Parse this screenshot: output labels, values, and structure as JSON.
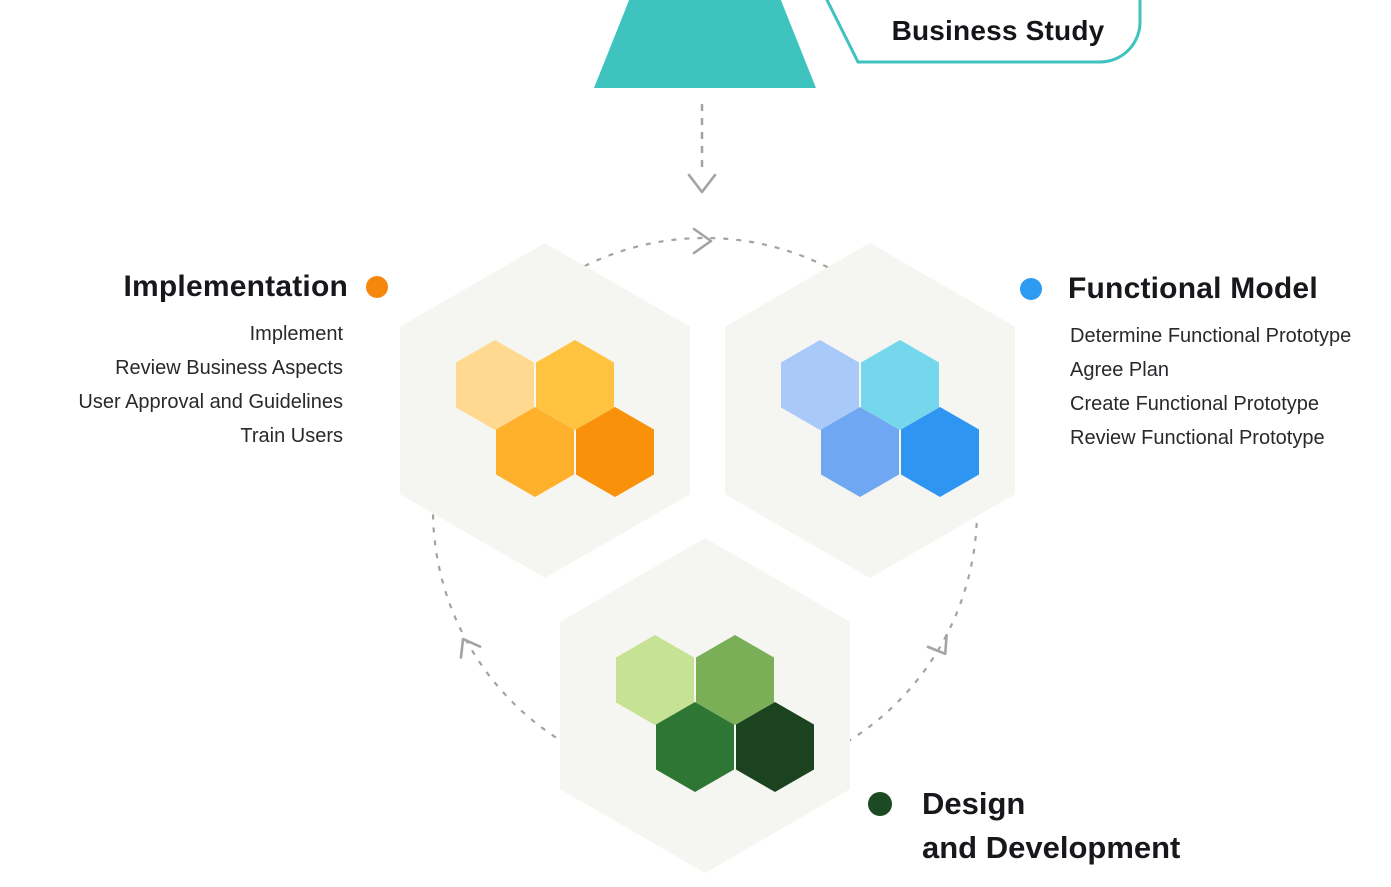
{
  "header": {
    "business_study_label": "Business Study"
  },
  "cycle": {
    "implementation": {
      "title": "Implementation",
      "items": [
        "Implement",
        "Review Business Aspects",
        "User Approval and Guidelines",
        "Train Users"
      ]
    },
    "functional_model": {
      "title": "Functional Model",
      "items": [
        "Determine Functional Prototype",
        "Agree Plan",
        "Create Functional Prototype",
        "Review Functional Prototype"
      ]
    },
    "design_development": {
      "title_line1": "Design",
      "title_line2": "and Development"
    }
  },
  "colors": {
    "teal": "#3EC3BF",
    "arrow_gray": "#A3A3A0",
    "cluster_bg": "#F5F5F1",
    "orange_dot": "#F6870D",
    "blue_dot": "#2D9BF2",
    "green_dot": "#1D4A24",
    "orange_hex": [
      "#FFD98F",
      "#FFC33F",
      "#FFB12C",
      "#F9910A"
    ],
    "blue_hex": [
      "#A9C9F9",
      "#74D7EB",
      "#6FA7F2",
      "#2E96F2"
    ],
    "green_hex": [
      "#C6E295",
      "#7AAE57",
      "#2D7634",
      "#1B431F"
    ]
  }
}
